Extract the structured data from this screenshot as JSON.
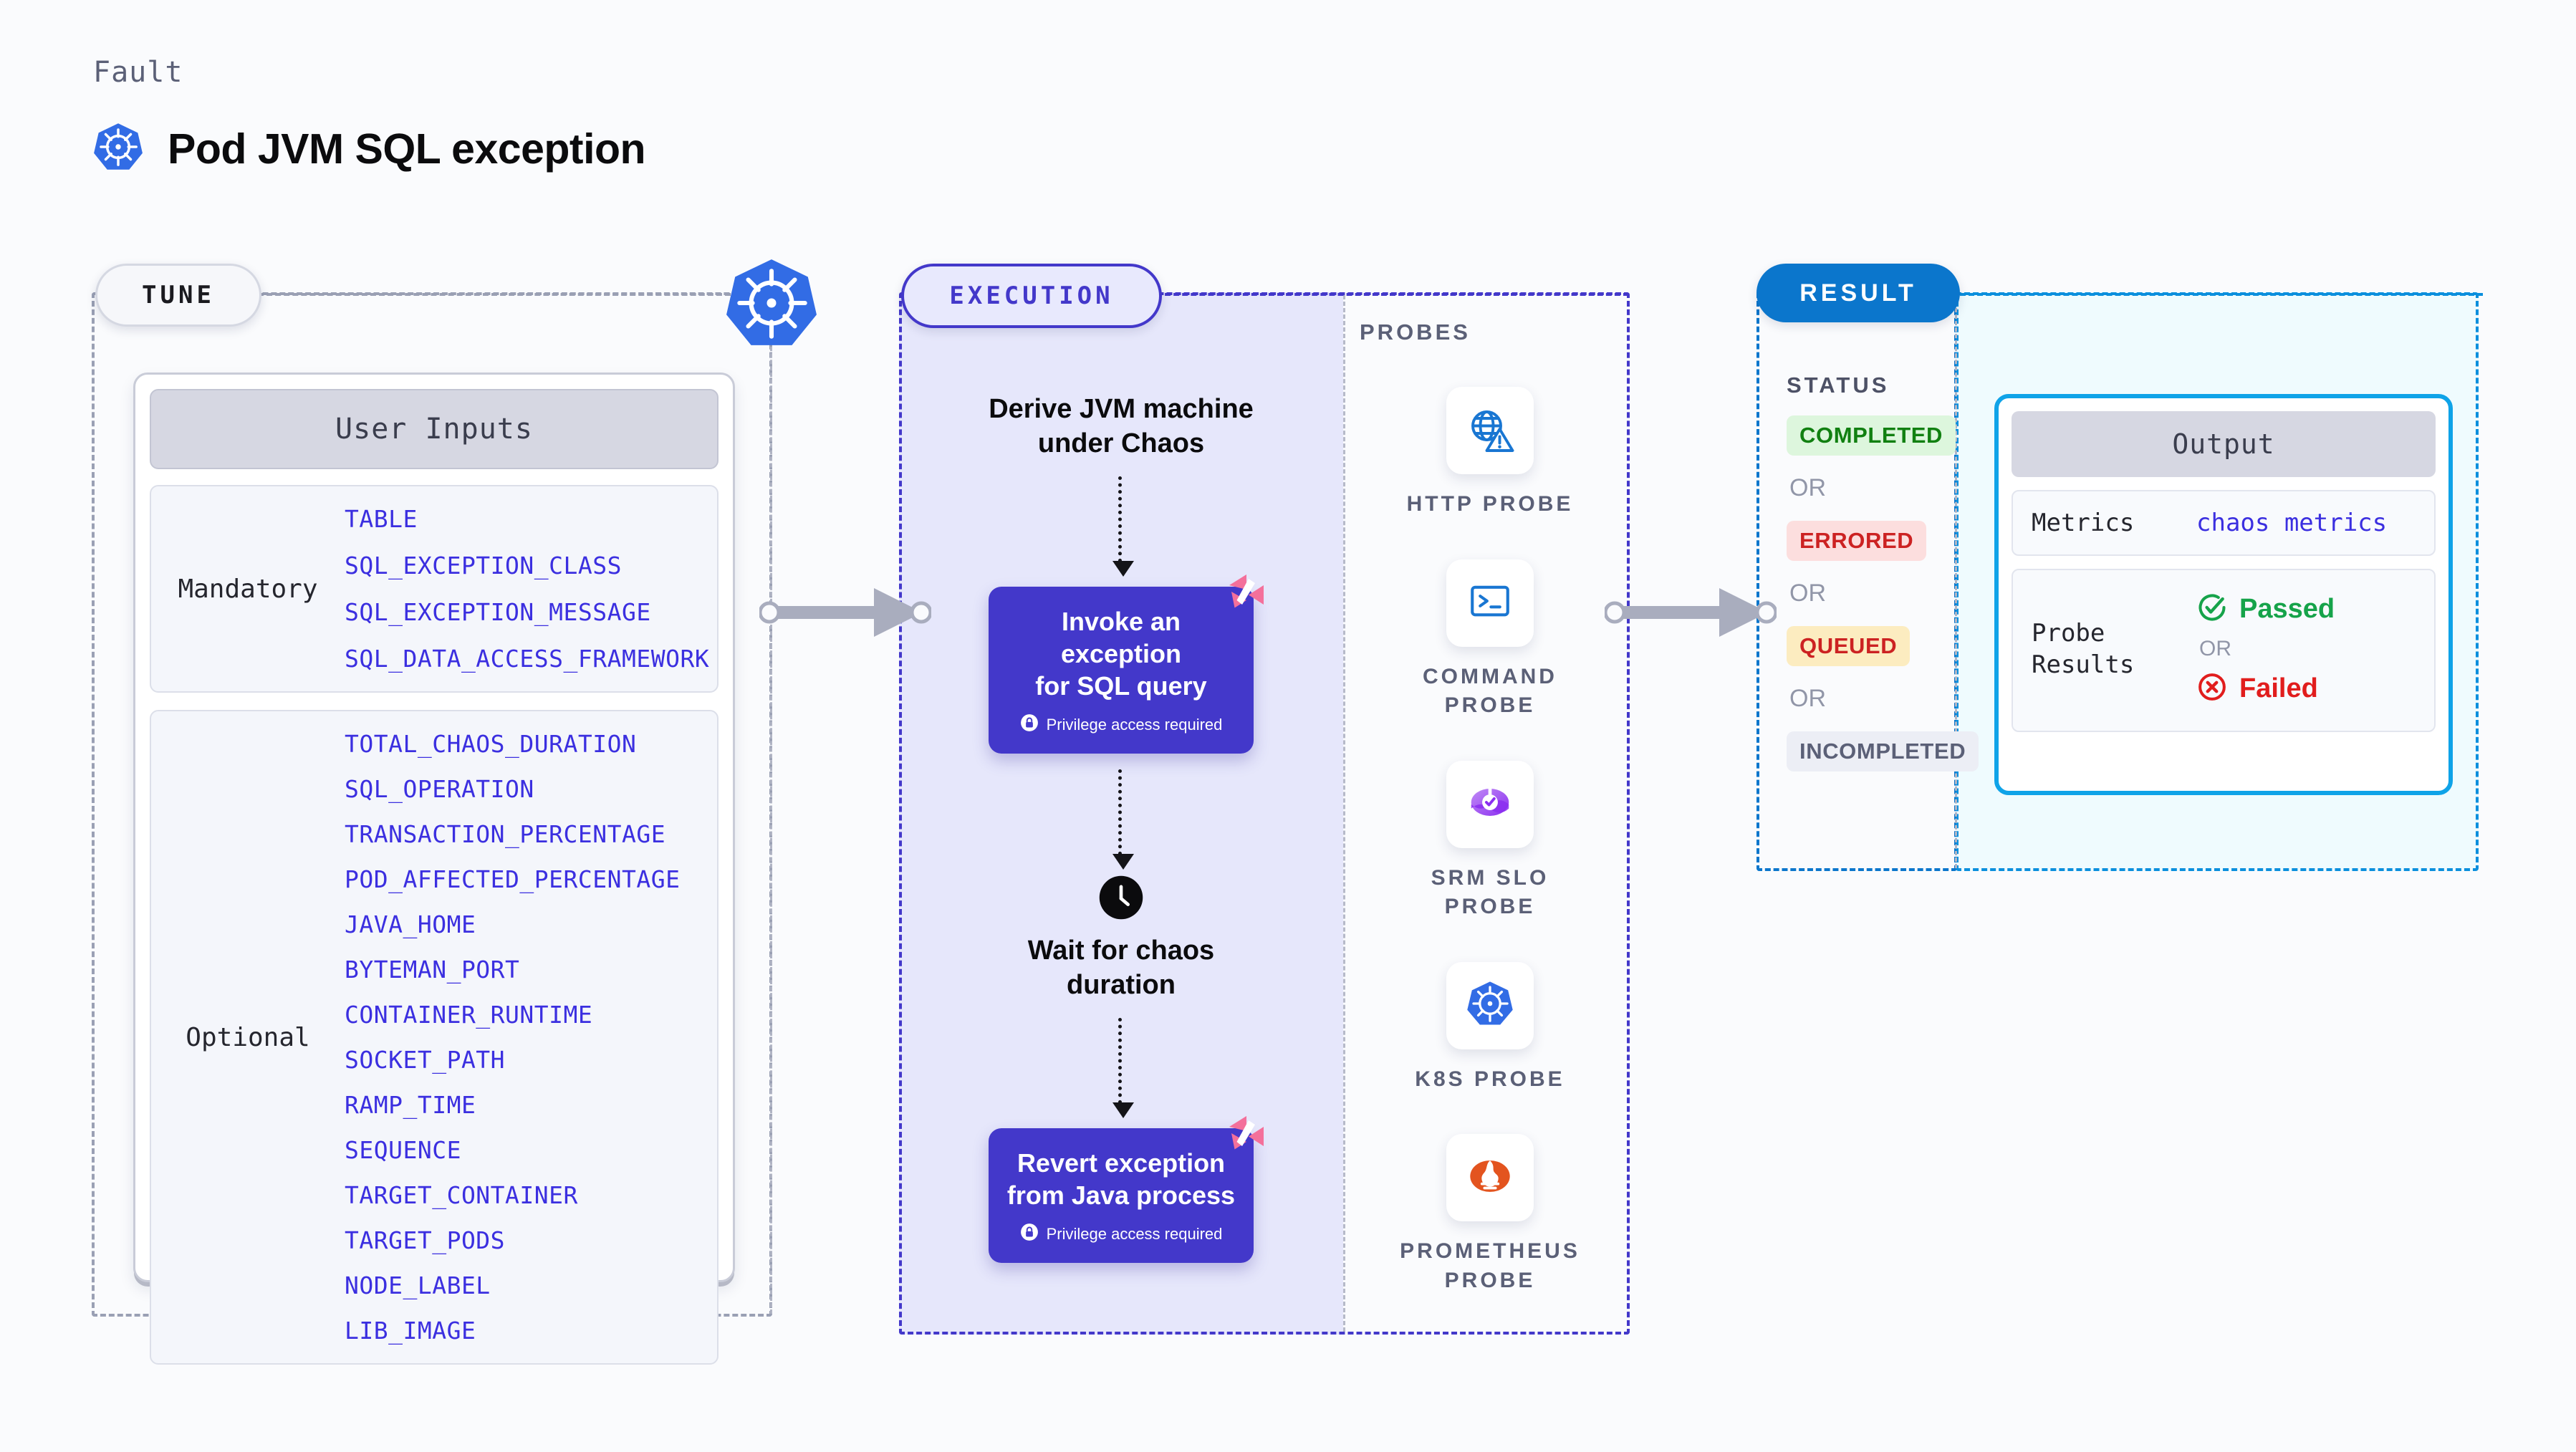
{
  "header": {
    "eyebrow": "Fault",
    "title": "Pod JVM SQL exception",
    "icon": "kubernetes-icon"
  },
  "sections": {
    "tune": {
      "label": "TUNE"
    },
    "execution": {
      "label": "EXECUTION"
    },
    "probes": {
      "label": "PROBES"
    },
    "result": {
      "label": "RESULT"
    }
  },
  "tune": {
    "card_title": "User Inputs",
    "groups": [
      {
        "tag": "Mandatory",
        "params": [
          "TABLE",
          "SQL_EXCEPTION_CLASS",
          "SQL_EXCEPTION_MESSAGE",
          "SQL_DATA_ACCESS_FRAMEWORK"
        ]
      },
      {
        "tag": "Optional",
        "params": [
          "TOTAL_CHAOS_DURATION",
          "SQL_OPERATION",
          "TRANSACTION_PERCENTAGE",
          "POD_AFFECTED_PERCENTAGE",
          "JAVA_HOME",
          "BYTEMAN_PORT",
          "CONTAINER_RUNTIME",
          "SOCKET_PATH",
          "RAMP_TIME",
          "SEQUENCE",
          "TARGET_CONTAINER",
          "TARGET_PODS",
          "NODE_LABEL",
          "LIB_IMAGE"
        ]
      }
    ]
  },
  "execution": {
    "step1_title": "Derive JVM machine\nunder Chaos",
    "step2_title": "Invoke an exception\nfor SQL query",
    "step2_note": "Privilege access required",
    "step3_title": "Wait for chaos\nduration",
    "step4_title": "Revert exception\nfrom Java process",
    "step4_note": "Privilege access required"
  },
  "probes": [
    {
      "name": "HTTP  PROBE",
      "icon": "globe-warning-icon"
    },
    {
      "name": "COMMAND\nPROBE",
      "icon": "terminal-icon"
    },
    {
      "name": "SRM  SLO\nPROBE",
      "icon": "srm-slo-icon"
    },
    {
      "name": "K8S  PROBE",
      "icon": "kubernetes-icon"
    },
    {
      "name": "PROMETHEUS\nPROBE",
      "icon": "prometheus-icon"
    }
  ],
  "result": {
    "status_label": "STATUS",
    "or_label": "OR",
    "statuses": [
      {
        "label": "COMPLETED",
        "color": "#118011",
        "bg": "#ddf6dd"
      },
      {
        "label": "ERRORED",
        "color": "#cc2222",
        "bg": "#fcdede"
      },
      {
        "label": "QUEUED",
        "color": "#cc2222",
        "bg": "#fcecc0"
      },
      {
        "label": "INCOMPLETED",
        "color": "#5b6077",
        "bg": "#eceef5"
      }
    ]
  },
  "output": {
    "title": "Output",
    "metrics_key": "Metrics",
    "metrics_value": "chaos metrics",
    "probe_key": "Probe\nResults",
    "passed": "Passed",
    "or_label": "OR",
    "failed": "Failed"
  },
  "colors": {
    "accent_purple": "#4338ca",
    "accent_blue": "#0b76cc",
    "accent_cyan": "#0fa3e8",
    "param_blue": "#3b2fe0",
    "k8s_blue": "#326ce5",
    "harness_pink": "#f4709b"
  }
}
